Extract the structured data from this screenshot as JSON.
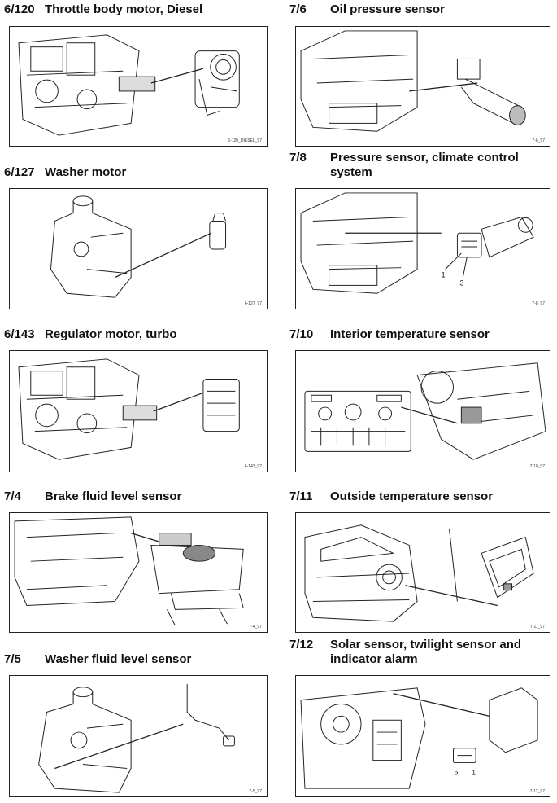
{
  "left_column": [
    {
      "code": "6/120",
      "title": "Throttle body motor, Diesel",
      "ref": "6-120_DIESEL_97"
    },
    {
      "code": "6/127",
      "title": "Washer motor",
      "ref": "6-127_97"
    },
    {
      "code": "6/143",
      "title": "Regulator motor, turbo",
      "ref": "6-143_97"
    },
    {
      "code": "7/4",
      "title": "Brake fluid level sensor",
      "ref": "7-4_97"
    },
    {
      "code": "7/5",
      "title": "Washer fluid level sensor",
      "ref": "7-5_97"
    }
  ],
  "right_column": [
    {
      "code": "7/6",
      "title": "Oil pressure sensor",
      "ref": "7-6_97"
    },
    {
      "code": "7/8",
      "title": "Pressure sensor, climate control",
      "title2": "system",
      "ref": "7-8_97",
      "pins": [
        "1",
        "3"
      ]
    },
    {
      "code": "7/10",
      "title": "Interior temperature sensor",
      "ref": "7-10_97"
    },
    {
      "code": "7/11",
      "title": "Outside temperature sensor",
      "ref": "7-11_97"
    },
    {
      "code": "7/12",
      "title": "Solar sensor, twilight sensor and",
      "title2": "indicator alarm",
      "ref": "7-12_97",
      "pins": [
        "5",
        "1"
      ]
    }
  ]
}
